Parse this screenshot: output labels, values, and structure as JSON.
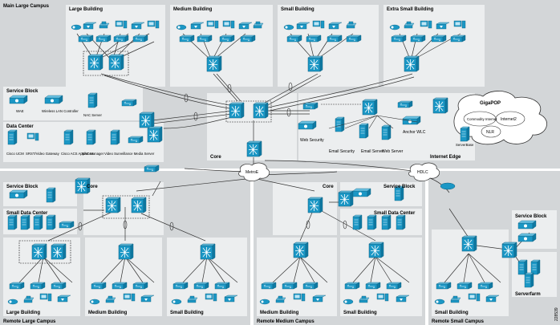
{
  "campuses": {
    "main": "Main Large Campus",
    "remote_large": "Remote Large Campus",
    "remote_medium": "Remote Medium Campus",
    "remote_small": "Remote Small Campus"
  },
  "buildings": {
    "large": "Large Building",
    "medium": "Medium Building",
    "small": "Small Building",
    "extra_small": "Extra Small Building"
  },
  "blocks": {
    "service_block": "Service Block",
    "data_center": "Data Center",
    "small_data_center": "Small Data Center",
    "core": "Core",
    "internet_edge": "Internet Edge",
    "serverfarm": "Serverfarm"
  },
  "service_items": {
    "waas": "WAE",
    "wlc": "Wireless LAN Controller",
    "nac": "NAC Server"
  },
  "dc_items": {
    "ucm": "Cisco UCM",
    "srst": "SRST/Video Gateway",
    "acs": "Cisco ACS Appliance",
    "nac_mgr": "NAC Manager",
    "video": "Video Surveillance Media Server"
  },
  "edge_items": {
    "web_sec": "Web Security",
    "email_sec": "Email Security",
    "email_srv": "Email Server",
    "web_srv": "Web Server",
    "anchor_wlc": "Anchor WLC"
  },
  "cloud": {
    "gigapop": "GigaPOP",
    "commodity": "Commodity Internet",
    "internet2": "Internet2",
    "nlr": "NLR",
    "serverbase": "ServerBase"
  },
  "wan": {
    "metroe": "MetroE",
    "hdlc": "HDLC"
  },
  "figure_id": "228539",
  "colors": {
    "panel": "#d3d6d8",
    "building": "#eceeef",
    "device": "#1b97c5",
    "link": "#333333"
  }
}
